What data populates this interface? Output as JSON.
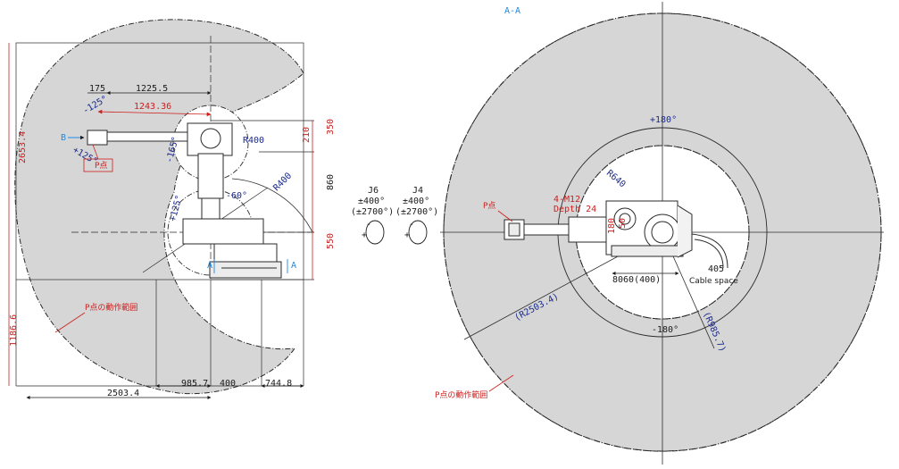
{
  "colors": {
    "zone_fill": "#d6d6d6",
    "line": "#2a2a2a",
    "dim_black": "#1a1a1a",
    "dim_red": "#cc1f1f",
    "dim_navy": "#1a2a8c",
    "dim_blue": "#1e88e5"
  },
  "section_label": "A-A",
  "side_view": {
    "width_top": "1225.5",
    "offset_top": "175",
    "reach": "1243.36",
    "height_total": "2653.4",
    "height_lower": "1186.6",
    "width_bottom": "2503.4",
    "width_985": "985.7",
    "width_400": "400",
    "width_744": "744.8",
    "right_350": "350",
    "right_210": "210",
    "right_860": "860",
    "right_550": "550",
    "radius_upper": "R400",
    "radius_lower": "R400",
    "angle_plus125_top": "+125°",
    "angle_minus125_top": "-125°",
    "angle_minus165": "-165°",
    "angle_minus60": "-60°",
    "angle_plus125_mid": "+125°",
    "view_marker_b": "B",
    "view_marker_a_left": "A",
    "view_marker_a_right": "A",
    "p_point": "P点",
    "zone_label": "P点の動作範囲"
  },
  "joints": [
    {
      "name": "J6",
      "range1": "±400°",
      "range2": "(±2700°)",
      "sign_minus": "-",
      "sign_plus": "+"
    },
    {
      "name": "J4",
      "range1": "±400°",
      "range2": "(±2700°)",
      "sign_minus": "-",
      "sign_plus": "+"
    }
  ],
  "top_view": {
    "angle_top": "+180°",
    "angle_bottom": "-180°",
    "radius_r640": "R640",
    "mount": "4-M12",
    "depth": "Depth 24",
    "dim_180": "180",
    "dim_50": "50",
    "base_dims": "8060(400)",
    "dim_405": "405",
    "cable": "Cable space",
    "outer_radius": "(R2503.4)",
    "inner_radius": "(R985.7)",
    "p_point": "P点",
    "zone_label": "P点の動作範囲"
  }
}
